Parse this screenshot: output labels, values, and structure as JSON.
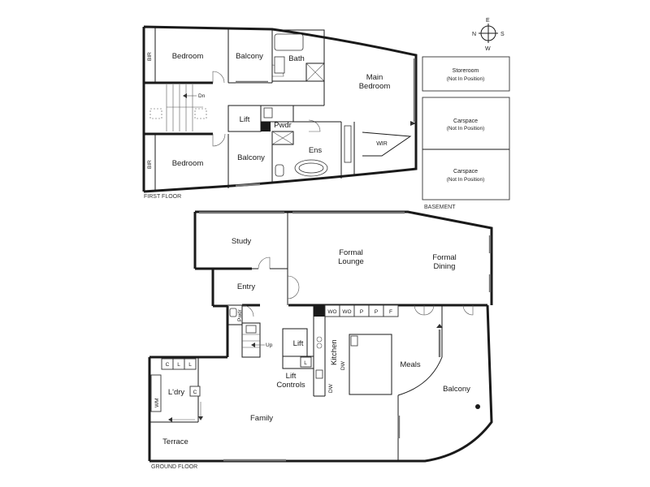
{
  "compass": {
    "n": "N",
    "e": "E",
    "s": "S",
    "w": "W"
  },
  "first_floor": {
    "caption": "FIRST FLOOR",
    "bedroom_1": "Bedroom",
    "bedroom_2": "Bedroom",
    "bir_1": "BIR",
    "bir_2": "BIR",
    "balcony_1": "Balcony",
    "balcony_2": "Balcony",
    "bath": "Bath",
    "main_bedroom_line1": "Main",
    "main_bedroom_line2": "Bedroom",
    "lift": "Lift",
    "pwdr": "Pwdr",
    "ens": "Ens",
    "wir": "WIR",
    "stair_dn": "Dn"
  },
  "basement": {
    "caption": "BASEMENT",
    "storeroom": "Storeroom",
    "storeroom_note": "(Not In Position)",
    "carspace_1": "Carspace",
    "carspace_1_note": "(Not In Position)",
    "carspace_2": "Carspace",
    "carspace_2_note": "(Not In Position)"
  },
  "ground_floor": {
    "caption": "GROUND FLOOR",
    "study": "Study",
    "formal_lounge_line1": "Formal",
    "formal_lounge_line2": "Lounge",
    "formal_dining_line1": "Formal",
    "formal_dining_line2": "Dining",
    "entry": "Entry",
    "pwdr": "Pwdr",
    "stair_up": "Up",
    "lift": "Lift",
    "lift_controls_line1": "Lift",
    "lift_controls_line2": "Controls",
    "lift_controls_box": "L",
    "kitchen": "Kitchen",
    "dw_1": "DW",
    "dw_2": "DW",
    "meals": "Meals",
    "balcony": "Balcony",
    "laundry": "L'dry",
    "wm": "WM",
    "laundry_c": "C",
    "laundry_l": "L",
    "laundry_c2": "C",
    "laundry_l2": "L",
    "family": "Family",
    "terrace": "Terrace",
    "wo_1": "WO",
    "wo_2": "WO",
    "p_1": "P",
    "p_2": "P",
    "f": "F"
  }
}
